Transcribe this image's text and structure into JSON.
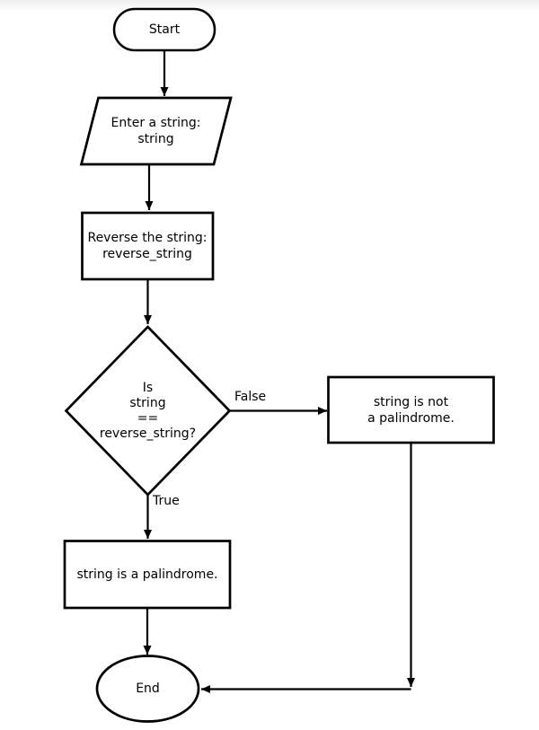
{
  "flowchart": {
    "nodes": {
      "start": {
        "label": "Start",
        "shape": "terminator"
      },
      "input": {
        "label": "Enter a string:\nstring",
        "shape": "parallelogram-input"
      },
      "process": {
        "label": "Reverse the string:\nreverse_string",
        "shape": "process-rectangle"
      },
      "decision": {
        "label": "Is\nstring\n==\nreverse_string?",
        "shape": "decision-diamond"
      },
      "not_palindrome": {
        "label": "string is not\na palindrome.",
        "shape": "process-rectangle"
      },
      "palindrome": {
        "label": "string is a palindrome.",
        "shape": "process-rectangle"
      },
      "end": {
        "label": "End",
        "shape": "terminator"
      }
    },
    "edge_labels": {
      "false_label": "False",
      "true_label": "True"
    },
    "colors": {
      "stroke": "#000000",
      "fill": "#ffffff",
      "text": "#000000",
      "background": "#ffffff"
    }
  }
}
